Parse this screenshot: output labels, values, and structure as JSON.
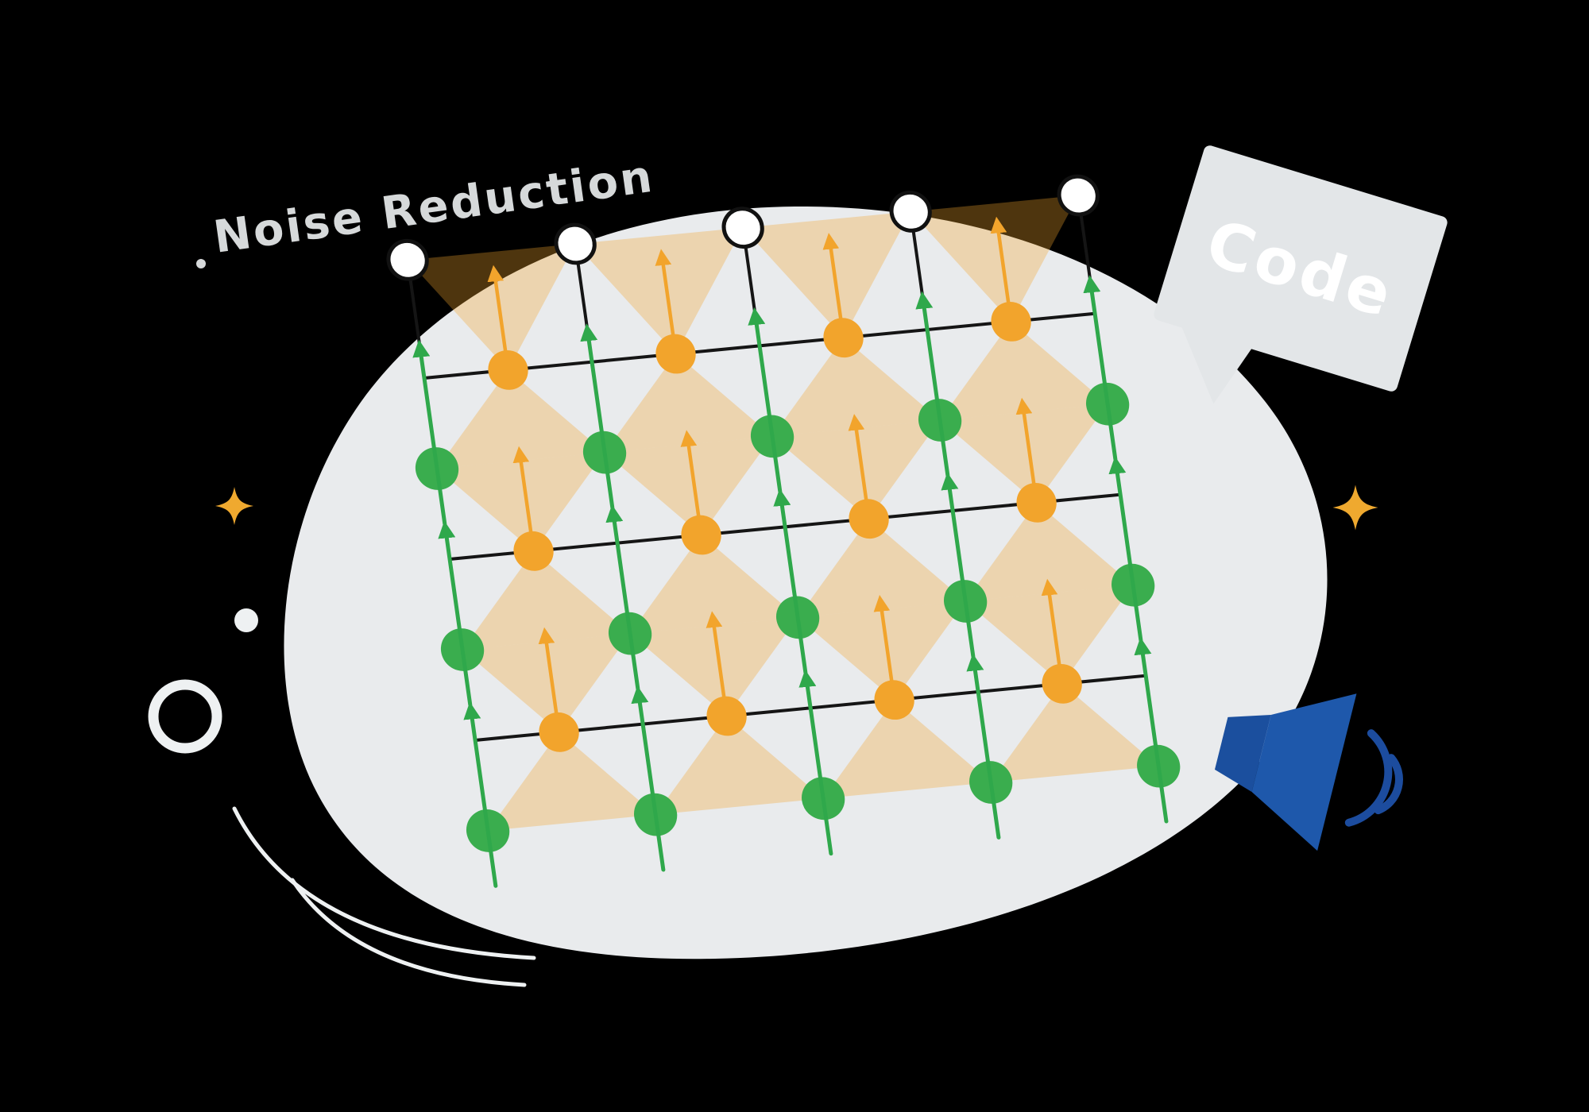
{
  "labels": {
    "noise_reduction": "Noise Reduction",
    "code_bubble": "Code"
  },
  "colors": {
    "background": "#000000",
    "blob": "#e9ebed",
    "handwriting": "#d6d9da",
    "bubble": "#e3e6e8",
    "bubble_text": "#ffffff",
    "star": "#efa92f",
    "megaphone": "#1e58ab",
    "megaphone_dark": "#1b4f9e",
    "sound_wave": "#1c4c9e",
    "decor": "#eef1f2"
  },
  "diagram": {
    "lattice": {
      "columns": 5,
      "grid_rows": 3,
      "col_spacing": 212,
      "row_spacing": 230,
      "top_extension": 150,
      "line_color": "#151515",
      "data_qubit_color": "#3aad4e",
      "ancilla_qubit_color": "#f2a42c",
      "boundary_qubit_fill": "#ffffff",
      "boundary_qubit_stroke": "#111111",
      "plaquette_color": "#f2a42c",
      "plaquette_opacity": 0.32,
      "green_arrow_color": "#2fa84b",
      "orange_arrow_color": "#f2a42c",
      "counts": {
        "data_qubits": 15,
        "ancilla_qubits": 12,
        "boundary_qubits": 5,
        "plaquettes": 12
      }
    }
  }
}
